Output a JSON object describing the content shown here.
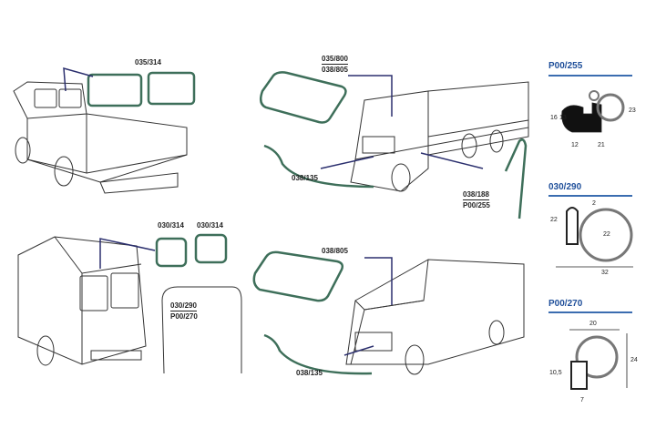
{
  "callouts": {
    "truck1_rear": "035/314",
    "truck2_top": "035/800",
    "truck2_bottom": "038/805",
    "truck2_wiper": "038/135",
    "truck2_side_top": "038/188",
    "truck2_side_bottom": "P00/255",
    "van1_left": "030/314",
    "van1_right": "030/314",
    "van1_door_top": "030/290",
    "van1_door_bottom": "P00/270",
    "van2_windscreen": "038/805",
    "van2_wiper": "038/135"
  },
  "profiles": [
    {
      "code": "P00/255",
      "dims": [
        "16",
        "13",
        "12",
        "21",
        "23"
      ]
    },
    {
      "code": "030/290",
      "dims": [
        "2",
        "22",
        "22",
        "32"
      ]
    },
    {
      "code": "P00/270",
      "dims": [
        "20",
        "24",
        "10,5",
        "7"
      ]
    }
  ],
  "colors": {
    "leader": "#2b2f6e",
    "seal": "#3e6f5a",
    "accent": "#1f4f9a"
  }
}
